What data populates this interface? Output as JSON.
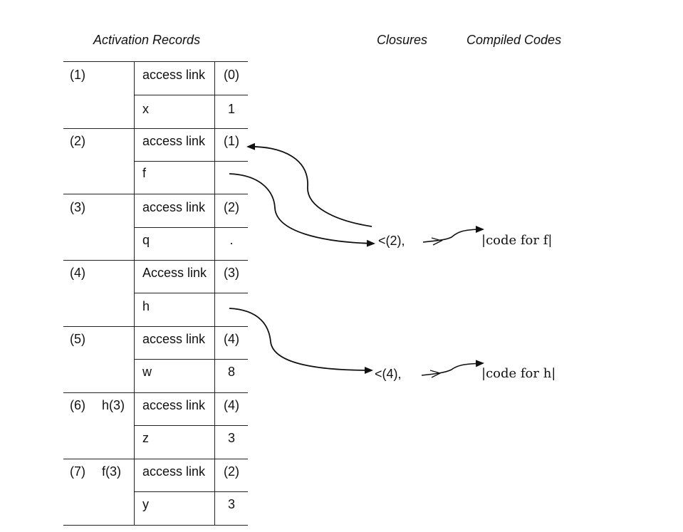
{
  "headers": {
    "activation_records": "Activation Records",
    "closures": "Closures",
    "compiled_codes": "Compiled Codes"
  },
  "records": [
    {
      "label": "(1)",
      "call": "",
      "rows": [
        {
          "name": "access link",
          "value": "(0)"
        },
        {
          "name": "x",
          "value": "1"
        }
      ]
    },
    {
      "label": "(2)",
      "call": "",
      "rows": [
        {
          "name": "access link",
          "value": "(1)"
        },
        {
          "name": "f",
          "value": ""
        }
      ]
    },
    {
      "label": "(3)",
      "call": "",
      "rows": [
        {
          "name": "access link",
          "value": "(2)"
        },
        {
          "name": "q",
          "value": "."
        }
      ]
    },
    {
      "label": "(4)",
      "call": "",
      "rows": [
        {
          "name": "Access link",
          "value": "(3)"
        },
        {
          "name": "h",
          "value": ""
        }
      ]
    },
    {
      "label": "(5)",
      "call": "",
      "rows": [
        {
          "name": "access link",
          "value": "(4)"
        },
        {
          "name": "w",
          "value": "8"
        }
      ]
    },
    {
      "label": "(6)",
      "call": "h(3)",
      "rows": [
        {
          "name": "access link",
          "value": "(4)"
        },
        {
          "name": "z",
          "value": "3"
        }
      ]
    },
    {
      "label": "(7)",
      "call": "f(3)",
      "rows": [
        {
          "name": "access link",
          "value": "(2)"
        },
        {
          "name": "y",
          "value": "3"
        }
      ]
    }
  ],
  "closures": [
    {
      "env": "<(2),",
      "code": "|code for f|"
    },
    {
      "env": "<(4),",
      "code": "|code for h|"
    }
  ]
}
